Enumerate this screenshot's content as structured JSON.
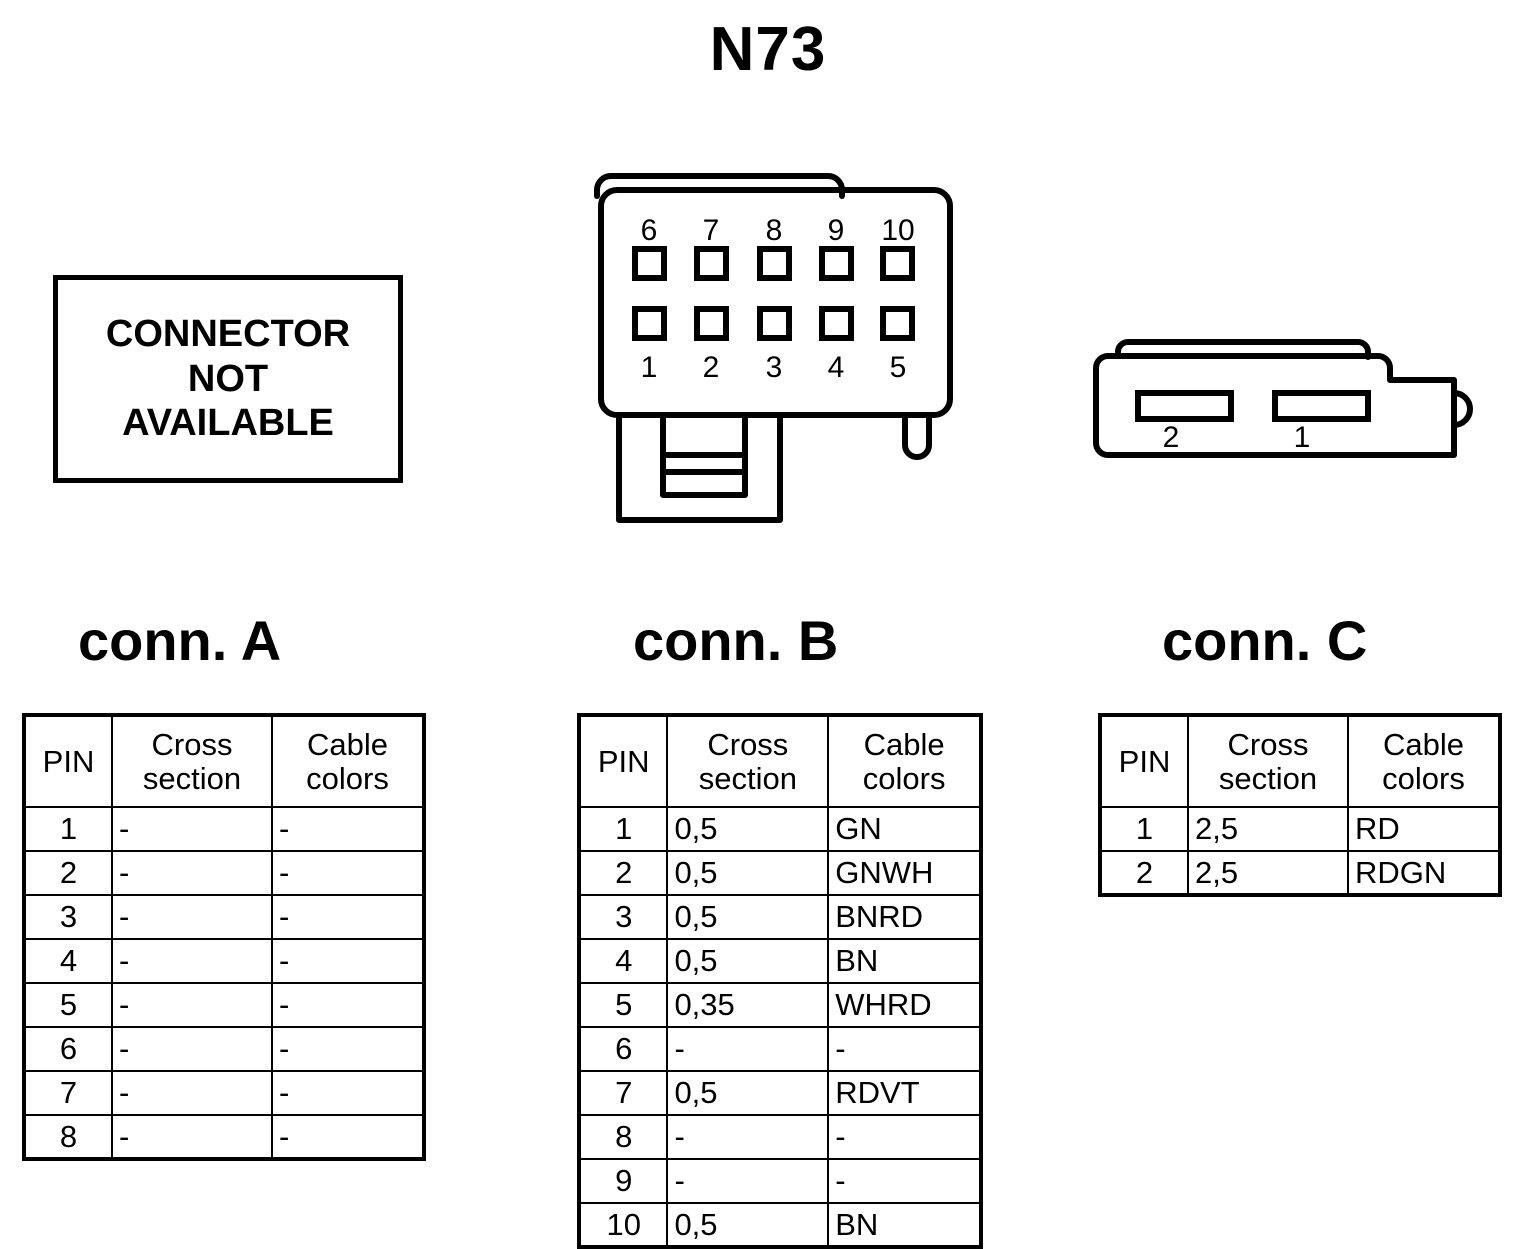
{
  "page": {
    "title": "N73"
  },
  "not_available_box": {
    "line1": "CONNECTOR",
    "line2": "NOT",
    "line3": "AVAILABLE"
  },
  "connector_b_drawing": {
    "top_row_labels": [
      "6",
      "7",
      "8",
      "9",
      "10"
    ],
    "bottom_row_labels": [
      "1",
      "2",
      "3",
      "4",
      "5"
    ]
  },
  "connector_c_drawing": {
    "labels": [
      "2",
      "1"
    ]
  },
  "sections": {
    "conn_a_title": "conn. A",
    "conn_b_title": "conn. B",
    "conn_c_title": "conn. C"
  },
  "table_headers": {
    "pin": "PIN",
    "cross_section_line1": "Cross",
    "cross_section_line2": "section",
    "cable_colors_line1": "Cable",
    "cable_colors_line2": "colors"
  },
  "tables": {
    "conn_a": {
      "rows": [
        {
          "pin": "1",
          "cross_section": "-",
          "cable_colors": "-"
        },
        {
          "pin": "2",
          "cross_section": "-",
          "cable_colors": "-"
        },
        {
          "pin": "3",
          "cross_section": "-",
          "cable_colors": "-"
        },
        {
          "pin": "4",
          "cross_section": "-",
          "cable_colors": "-"
        },
        {
          "pin": "5",
          "cross_section": "-",
          "cable_colors": "-"
        },
        {
          "pin": "6",
          "cross_section": "-",
          "cable_colors": "-"
        },
        {
          "pin": "7",
          "cross_section": "-",
          "cable_colors": "-"
        },
        {
          "pin": "8",
          "cross_section": "-",
          "cable_colors": "-"
        }
      ]
    },
    "conn_b": {
      "rows": [
        {
          "pin": "1",
          "cross_section": "0,5",
          "cable_colors": "GN"
        },
        {
          "pin": "2",
          "cross_section": "0,5",
          "cable_colors": "GNWH"
        },
        {
          "pin": "3",
          "cross_section": "0,5",
          "cable_colors": "BNRD"
        },
        {
          "pin": "4",
          "cross_section": "0,5",
          "cable_colors": "BN"
        },
        {
          "pin": "5",
          "cross_section": "0,35",
          "cable_colors": "WHRD"
        },
        {
          "pin": "6",
          "cross_section": "-",
          "cable_colors": "-"
        },
        {
          "pin": "7",
          "cross_section": "0,5",
          "cable_colors": "RDVT"
        },
        {
          "pin": "8",
          "cross_section": "-",
          "cable_colors": "-"
        },
        {
          "pin": "9",
          "cross_section": "-",
          "cable_colors": "-"
        },
        {
          "pin": "10",
          "cross_section": "0,5",
          "cable_colors": "BN"
        }
      ]
    },
    "conn_c": {
      "rows": [
        {
          "pin": "1",
          "cross_section": "2,5",
          "cable_colors": "RD"
        },
        {
          "pin": "2",
          "cross_section": "2,5",
          "cable_colors": "RDGN"
        }
      ]
    }
  },
  "colors": {
    "ink": "#000000",
    "paper": "#ffffff"
  }
}
